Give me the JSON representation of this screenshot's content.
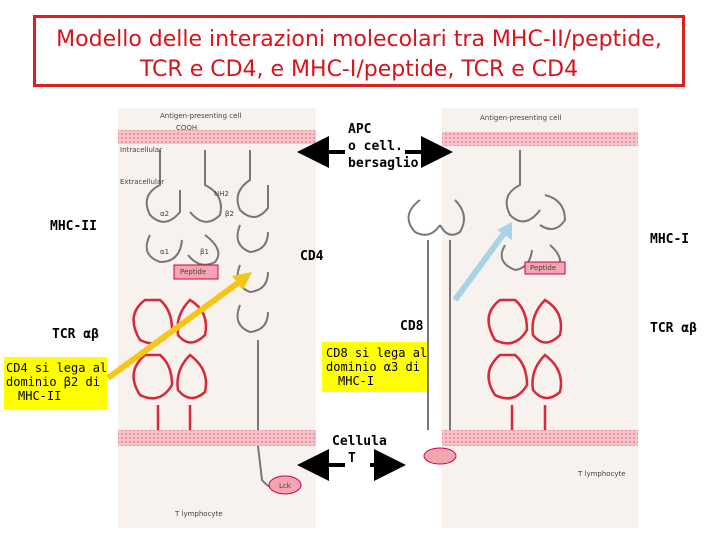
{
  "title": {
    "line1": "Modello delle interazioni molecolari tra MHC-II/peptide,",
    "line2": "TCR e CD4, e MHC-I/peptide, TCR e CD4"
  },
  "labels": {
    "apc_line1": "APC",
    "apc_line2": "o cell.",
    "apc_line3": "bersaglio",
    "mhc2": "MHC-II",
    "mhc1": "MHC-I",
    "cd4": "CD4",
    "cd8": "CD8",
    "tcr_left": "TCR αβ",
    "tcr_right": "TCR αβ",
    "cellula_line1": "Cellula",
    "cellula_line2": "T"
  },
  "notes": {
    "cd4_note": [
      "CD4 si lega al",
      "dominio β2 di",
      "MHC-II"
    ],
    "cd8_note": [
      "CD8 si lega al",
      "dominio α3 di",
      "MHC-I"
    ]
  },
  "figure_text": {
    "apc_cell": "Antigen-presenting cell",
    "target_cell": "Antigen-presenting cell",
    "intracellular": "Intracellular",
    "extracellular": "Extracellular",
    "peptide": "Peptide",
    "t_lymphocyte": "T lymphocyte",
    "alpha1": "α1",
    "beta1": "β1",
    "alpha2": "α2",
    "beta2": "β2",
    "cooh": "COOH",
    "nh2": "NH2",
    "lck": "Lck"
  },
  "colors": {
    "title_red": "#d8131b",
    "note_yellow": "#ffff00",
    "arrow_yellow": "#f5c518",
    "arrow_lightblue": "#a9d3e6",
    "membrane_pink": "#f3b3bd",
    "domain_red": "#d8283a"
  }
}
